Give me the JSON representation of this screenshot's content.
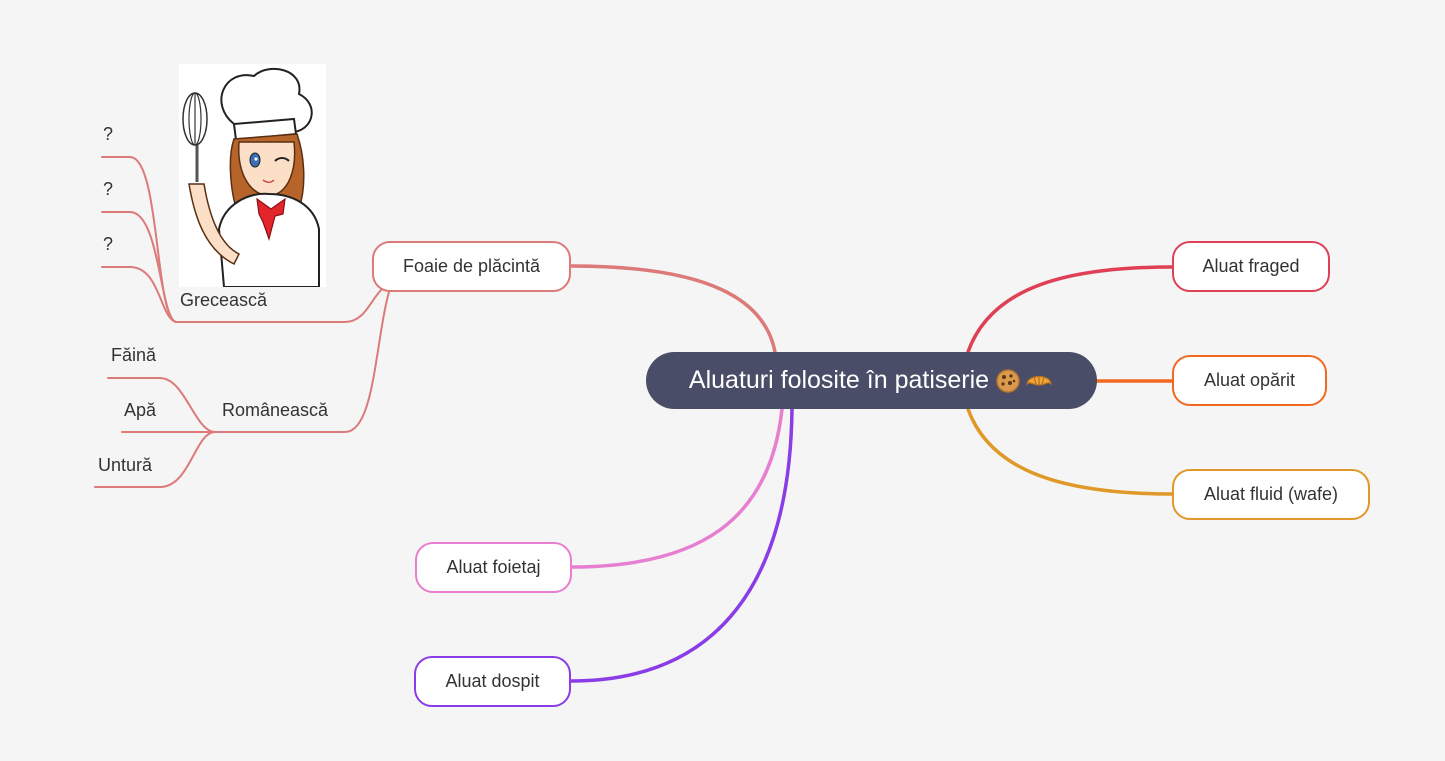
{
  "central": {
    "title": "Aluaturi folosite în patiserie",
    "emoji": [
      "cookie",
      "croissant"
    ]
  },
  "branches": {
    "foaie": {
      "label": "Foaie de plăcintă",
      "color": "#dc7a7a"
    },
    "fraged": {
      "label": "Aluat fraged",
      "color": "#df4055"
    },
    "oparit": {
      "label": "Aluat opărit",
      "color": "#f2681f"
    },
    "fluid": {
      "label": "Aluat fluid (wafe)",
      "color": "#e09828"
    },
    "foietaj": {
      "label": "Aluat foietaj",
      "color": "#e77ed0"
    },
    "dospit": {
      "label": "Aluat dospit",
      "color": "#8a3ce6"
    }
  },
  "subtopics": {
    "greceasca": {
      "label": "Grecească",
      "children": [
        "?",
        "?",
        "?"
      ]
    },
    "romaneasca": {
      "label": "Românească",
      "children": [
        "Făină",
        "Apă",
        "Untură"
      ]
    }
  },
  "image": {
    "subject": "chef-girl-illustration"
  }
}
